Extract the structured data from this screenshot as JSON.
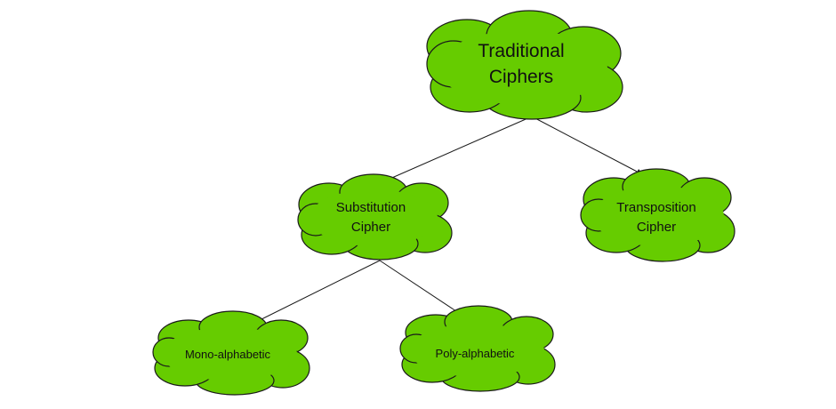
{
  "nodes": {
    "root": {
      "lines": [
        "Traditional",
        "Ciphers"
      ]
    },
    "substitution": {
      "lines": [
        "Substitution",
        "Cipher"
      ]
    },
    "transposition": {
      "lines": [
        "Transposition",
        "Cipher"
      ]
    },
    "mono": {
      "lines": [
        "Mono-alphabetic"
      ]
    },
    "poly": {
      "lines": [
        "Poly-alphabetic"
      ]
    }
  },
  "edges": [
    {
      "from": "root",
      "to": "substitution"
    },
    {
      "from": "root",
      "to": "transposition"
    },
    {
      "from": "substitution",
      "to": "mono"
    },
    {
      "from": "substitution",
      "to": "poly"
    }
  ],
  "colors": {
    "node_fill": "#66cc00",
    "outline": "#1a1a1a",
    "text": "#111111"
  }
}
